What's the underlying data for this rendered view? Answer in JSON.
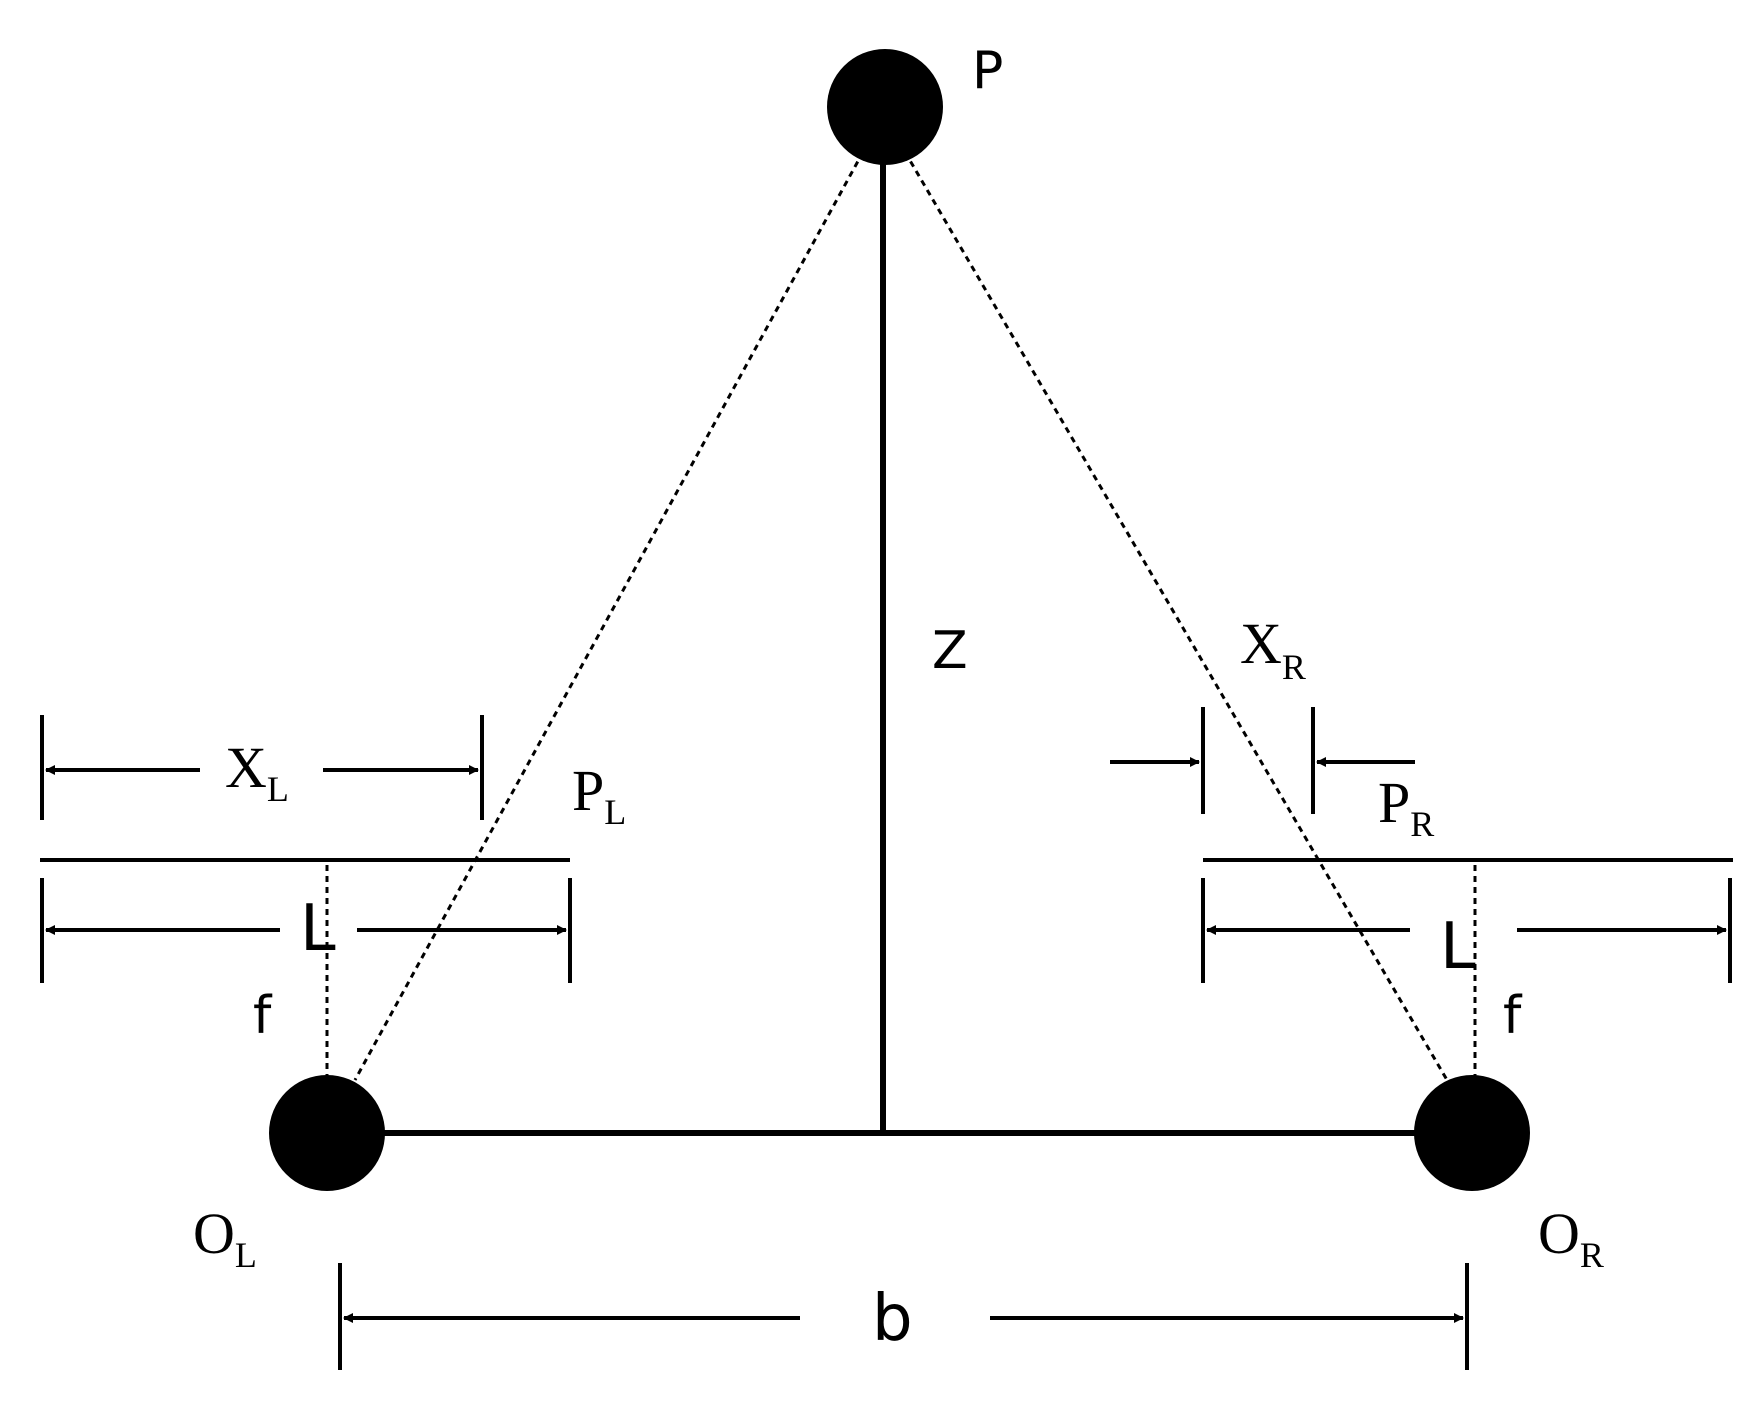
{
  "labels": {
    "point": "P",
    "depth": "Z",
    "left_offset_main": "X",
    "left_offset_sub": "L",
    "right_offset_main": "X",
    "right_offset_sub": "R",
    "left_image_point_main": "P",
    "left_image_point_sub": "L",
    "right_image_point_main": "P",
    "right_image_point_sub": "R",
    "left_sensor_width": "L",
    "right_sensor_width": "L",
    "left_focal": "f",
    "right_focal": "f",
    "left_center_main": "O",
    "left_center_sub": "L",
    "right_center_main": "O",
    "right_center_sub": "R",
    "baseline": "b"
  },
  "colors": {
    "ink": "#000000",
    "background": "#ffffff"
  }
}
